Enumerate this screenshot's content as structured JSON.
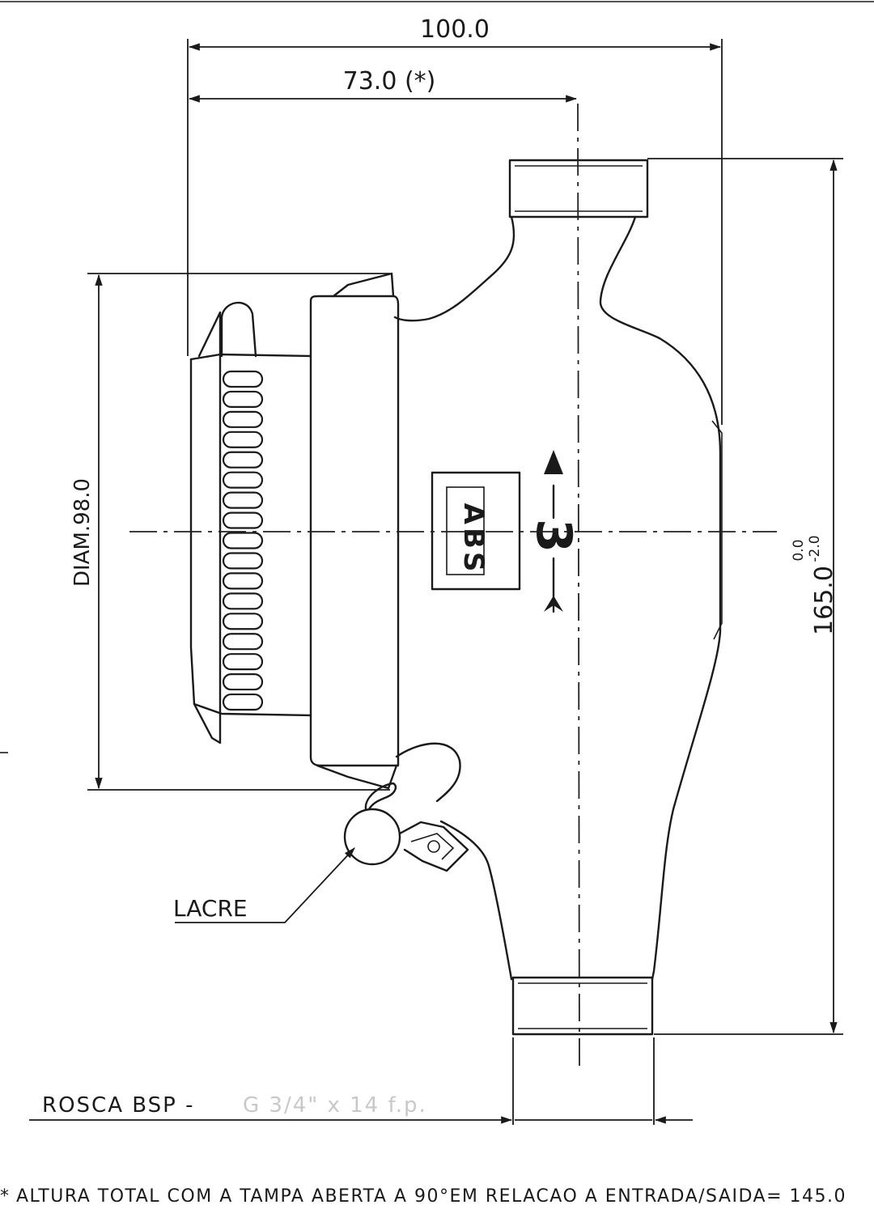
{
  "dimensions": {
    "overall_width": "100.0",
    "center_offset": "73.0 (*)",
    "diameter": "DIAM.98.0",
    "height": "165.0",
    "tolerance_upper": "0.0",
    "tolerance_lower": "-2.0"
  },
  "labels": {
    "seal": "LACRE",
    "thread": "ROSCA BSP -",
    "thread_faded": "G 3/4\" x 14 f.p.",
    "flow_digit": "3",
    "logo": "ABS"
  },
  "footnote": {
    "marker": "*",
    "text": "ALTURA TOTAL COM A TAMPA ABERTA A 90°EM RELACAO A ENTRADA/SAIDA= 145.0"
  }
}
